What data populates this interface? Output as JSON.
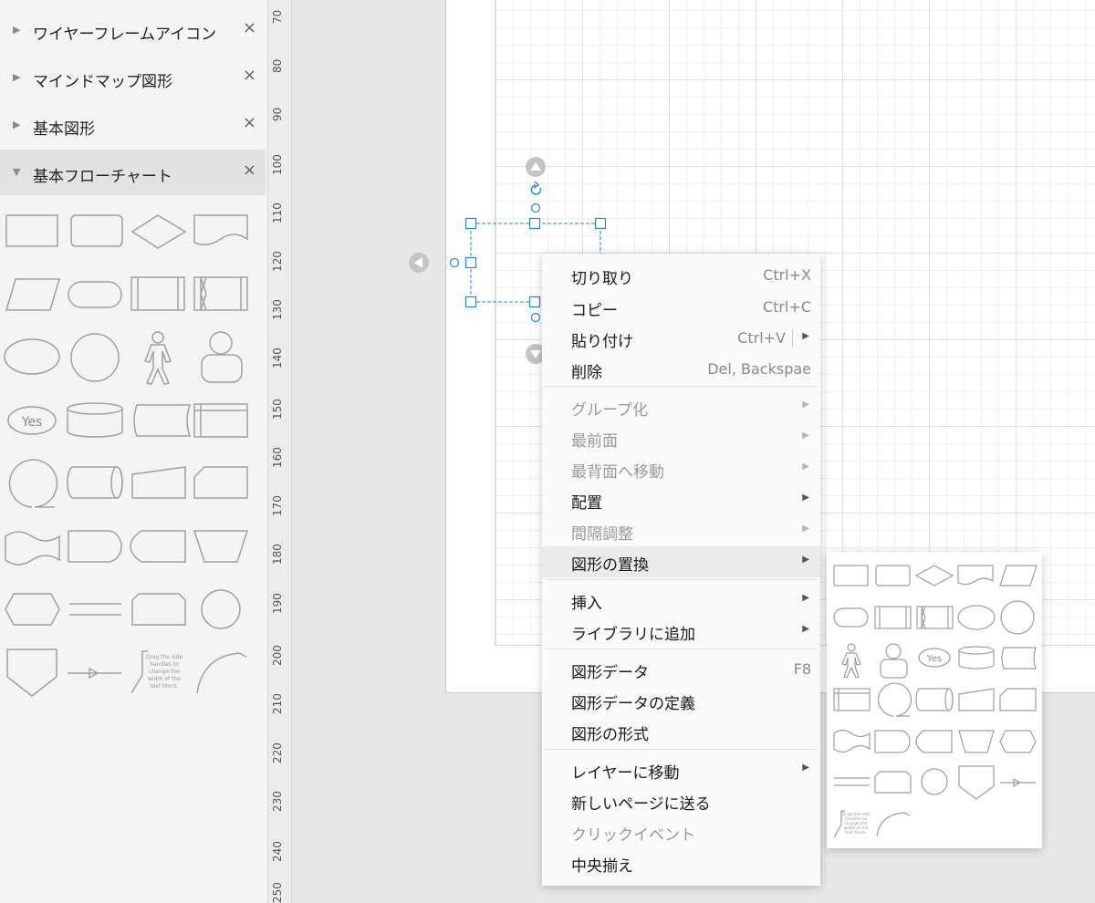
{
  "sidebar": {
    "sections": [
      {
        "label": "ワイヤーフレームアイコン",
        "expanded": false
      },
      {
        "label": "マインドマップ図形",
        "expanded": false
      },
      {
        "label": "基本図形",
        "expanded": false
      },
      {
        "label": "基本フローチャート",
        "expanded": true
      }
    ],
    "close_glyph": "×",
    "palette_yes": "Yes",
    "palette_text_block": [
      "Drag the side",
      "handles to",
      "change the",
      "width of the",
      "text block."
    ]
  },
  "ruler": {
    "labels": [
      "70",
      "80",
      "90",
      "100",
      "110",
      "120",
      "130",
      "140",
      "150",
      "160",
      "170",
      "180",
      "190",
      "200",
      "210",
      "220",
      "230",
      "240",
      "250"
    ]
  },
  "context_menu": {
    "items": [
      {
        "label": "切り取り",
        "shortcut": "Ctrl+X",
        "disabled": false,
        "submenu": false
      },
      {
        "label": "コピー",
        "shortcut": "Ctrl+C",
        "disabled": false,
        "submenu": false
      },
      {
        "label": "貼り付け",
        "shortcut": "Ctrl+V",
        "disabled": false,
        "submenu": true
      },
      {
        "label": "削除",
        "shortcut": "Del, Backspae",
        "disabled": false,
        "submenu": false
      },
      {
        "label": "グループ化",
        "shortcut": "",
        "disabled": true,
        "submenu": true
      },
      {
        "label": "最前面",
        "shortcut": "",
        "disabled": true,
        "submenu": true
      },
      {
        "label": "最背面へ移動",
        "shortcut": "",
        "disabled": true,
        "submenu": true
      },
      {
        "label": "配置",
        "shortcut": "",
        "disabled": false,
        "submenu": true
      },
      {
        "label": "間隔調整",
        "shortcut": "",
        "disabled": true,
        "submenu": true
      },
      {
        "label": "図形の置換",
        "shortcut": "",
        "disabled": false,
        "submenu": true,
        "highlighted": true
      },
      {
        "label": "挿入",
        "shortcut": "",
        "disabled": false,
        "submenu": true
      },
      {
        "label": "ライブラリに追加",
        "shortcut": "",
        "disabled": false,
        "submenu": true
      },
      {
        "label": "図形データ",
        "shortcut": "F8",
        "disabled": false,
        "submenu": false
      },
      {
        "label": "図形データの定義",
        "shortcut": "",
        "disabled": false,
        "submenu": false
      },
      {
        "label": "図形の形式",
        "shortcut": "",
        "disabled": false,
        "submenu": false
      },
      {
        "label": "レイヤーに移動",
        "shortcut": "",
        "disabled": false,
        "submenu": true
      },
      {
        "label": "新しいページに送る",
        "shortcut": "",
        "disabled": false,
        "submenu": false
      },
      {
        "label": "クリックイベント",
        "shortcut": "",
        "disabled": true,
        "submenu": false
      },
      {
        "label": "中央揃え",
        "shortcut": "",
        "disabled": false,
        "submenu": false
      }
    ]
  },
  "submenu": {
    "yes": "Yes",
    "text_block": [
      "Drag the side",
      "handles to",
      "change the",
      "width of the",
      "text block."
    ]
  },
  "colors": {
    "selection": "#1e88e5",
    "shape_stroke": "#9e9e9e",
    "menu_highlight": "#ebebeb"
  }
}
